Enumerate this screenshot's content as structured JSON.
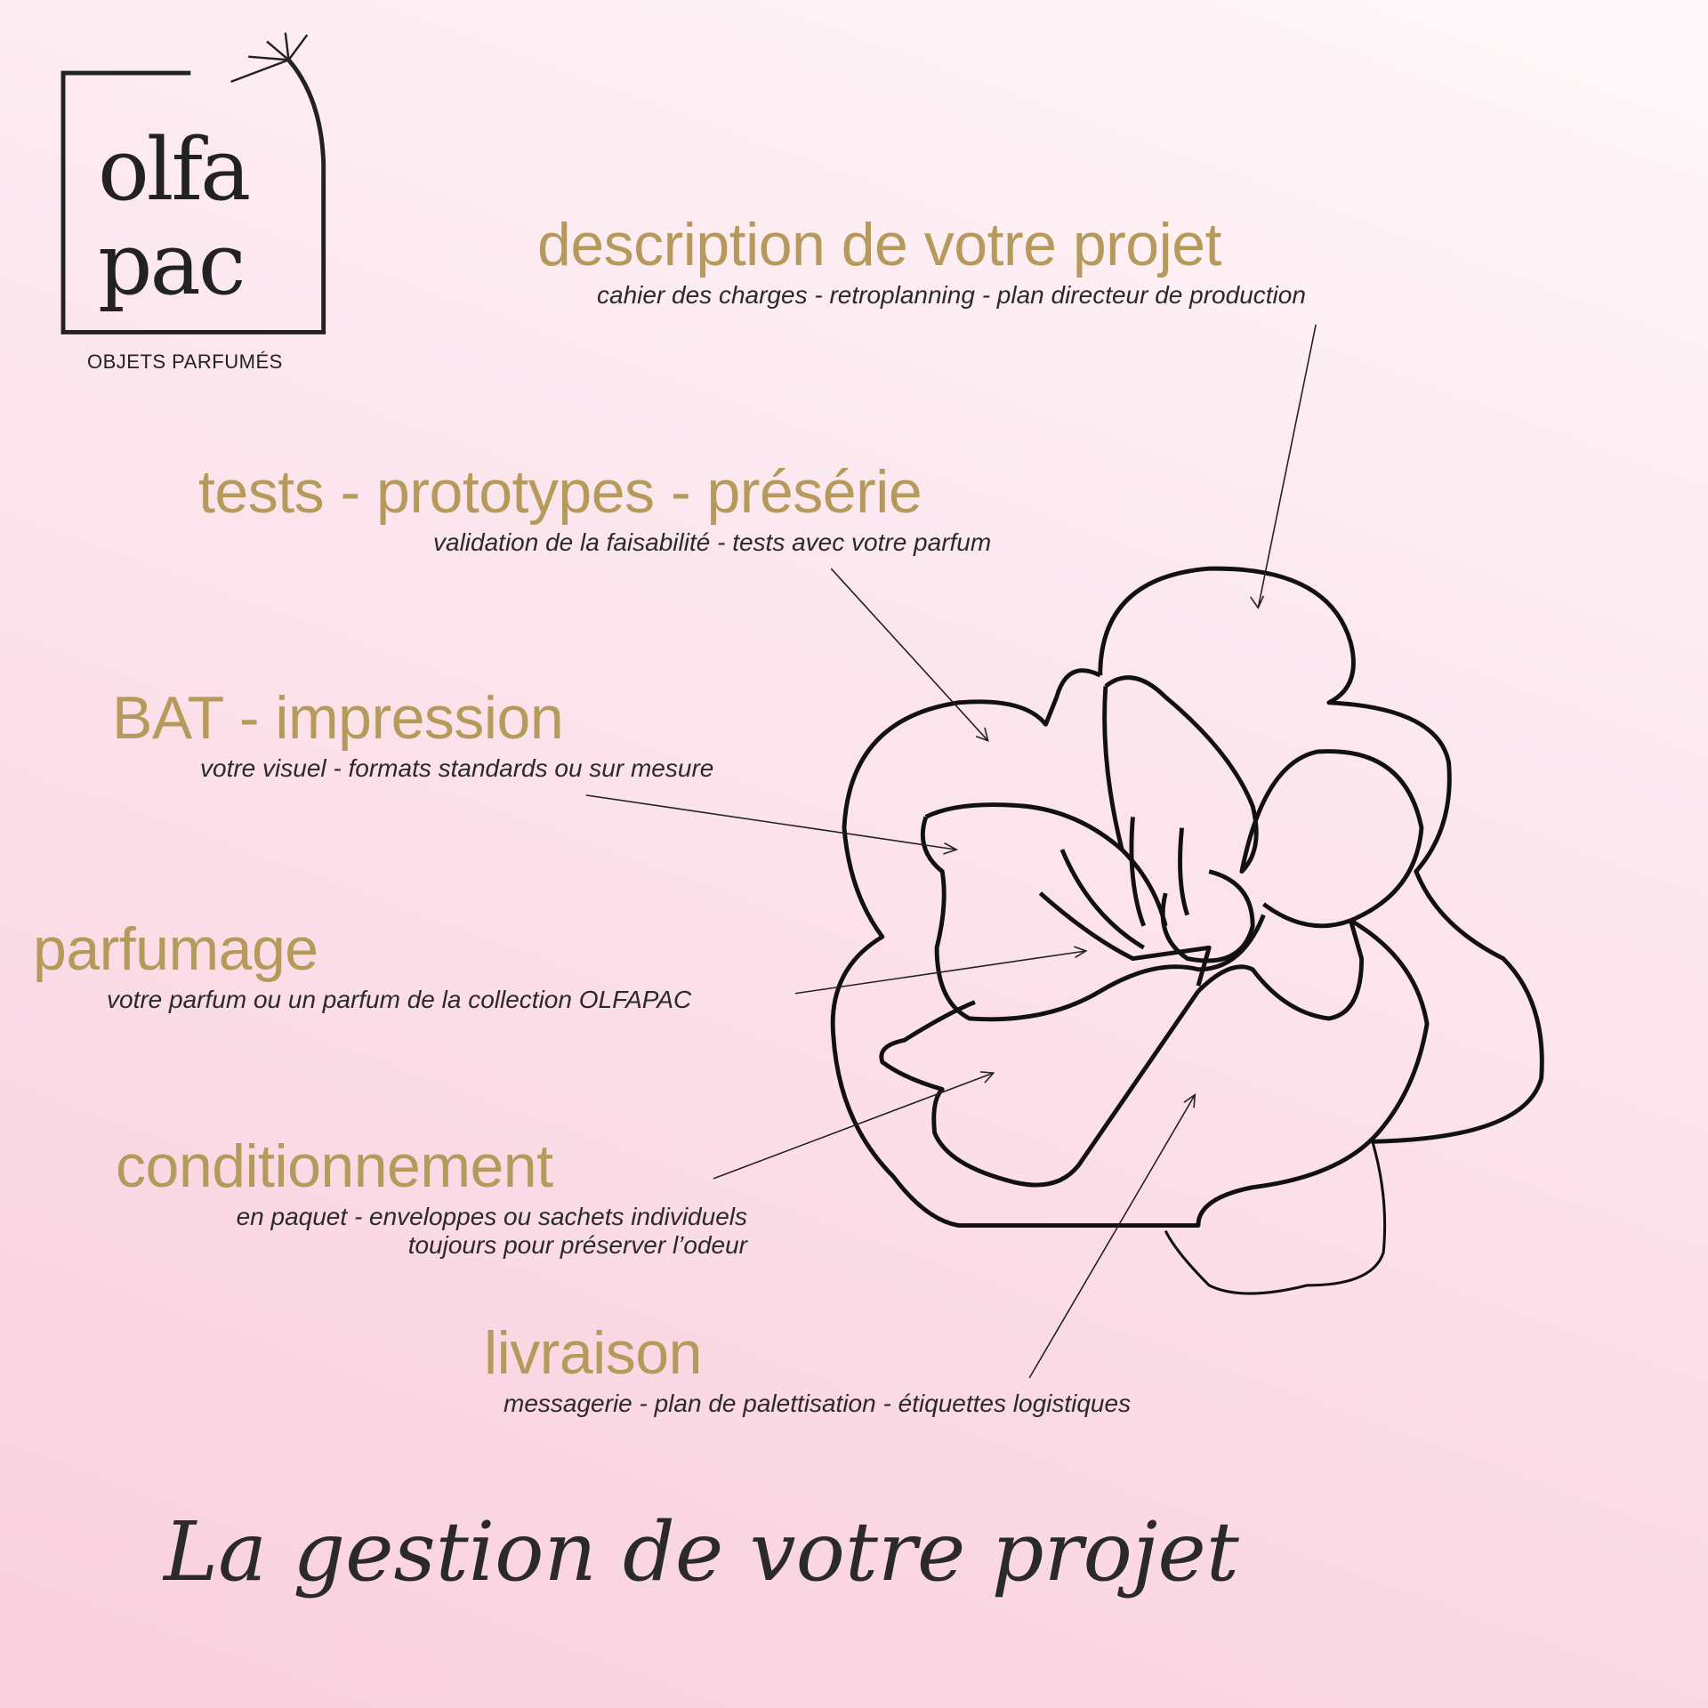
{
  "logo": {
    "name_line1": "olfa",
    "name_line2": "pac",
    "tagline": "OBJETS PARFUMÉS"
  },
  "steps": [
    {
      "title": "description de votre projet",
      "subtitle": "cahier des charges - retroplanning - plan  directeur de production"
    },
    {
      "title": "tests - prototypes - présérie",
      "subtitle": "validation de la faisabilité   - tests avec votre parfum"
    },
    {
      "title": "BAT - impression",
      "subtitle": "votre visuel -  formats standards ou sur mesure"
    },
    {
      "title": "parfumage",
      "subtitle": "votre parfum ou un parfum de la collection OLFAPAC"
    },
    {
      "title": "conditionnement",
      "subtitle": "en paquet - enveloppes ou sachets individuels",
      "subtitle2": "toujours pour préserver l’odeur"
    },
    {
      "title": "livraison",
      "subtitle": "messagerie - plan de palettisation - étiquettes logistiques"
    }
  ],
  "footer_title": "La gestion de votre projet",
  "colors": {
    "accent": "#b59a5b",
    "text": "#2a2a2a",
    "background": "#f9d3e0"
  }
}
